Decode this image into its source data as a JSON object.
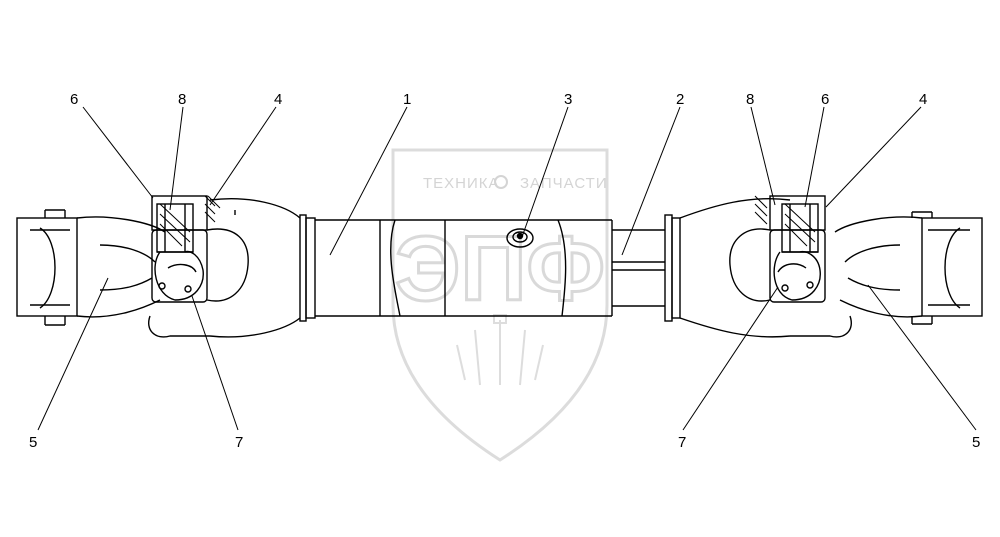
{
  "watermark": {
    "brand_line_left": "ТЕХНИКА",
    "brand_line_right": "ЗАПЧАСТИ",
    "logo_letters": "ЭПФ"
  },
  "callouts": {
    "left": {
      "c6": "6",
      "c8": "8",
      "c4": "4",
      "c5": "5",
      "c7": "7"
    },
    "center": {
      "c1": "1",
      "c3": "3",
      "c2": "2"
    },
    "right": {
      "c8": "8",
      "c6": "6",
      "c4": "4",
      "c7": "7",
      "c5": "5"
    }
  }
}
